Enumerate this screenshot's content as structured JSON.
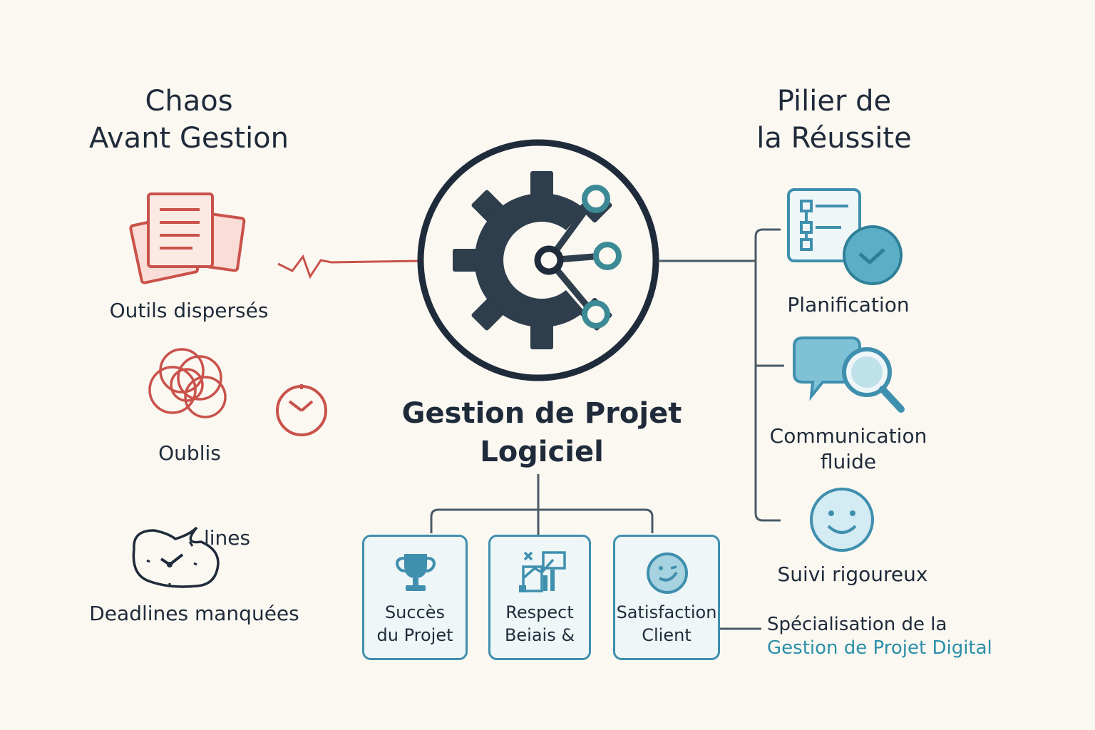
{
  "left": {
    "heading_line1": "Chaos",
    "heading_line2": "Avant Gestion",
    "items": [
      {
        "label": "Outils dispersés"
      },
      {
        "label": "Oublis"
      },
      {
        "label": "Deadlines manquées",
        "icon_text": "lines"
      }
    ]
  },
  "right": {
    "heading_line1": "Pilier de",
    "heading_line2": "la Réussite",
    "items": [
      {
        "label": "Planification"
      },
      {
        "label_line1": "Communication",
        "label_line2": "fluide"
      },
      {
        "label": "Suivi rigoureux"
      }
    ]
  },
  "center": {
    "title_line1": "Gestion de Projet",
    "title_line2": "Logiciel"
  },
  "cards": [
    {
      "line1": "Succès",
      "line2": "du Projet"
    },
    {
      "line1": "Respect",
      "line2": "Beiais &"
    },
    {
      "line1": "Satisfaction",
      "line2": "Client"
    }
  ],
  "footer": {
    "line1": "Spécialisation de la",
    "line2": "Gestion de Projet Digital"
  },
  "colors": {
    "chaos_red": "#c9524a",
    "teal": "#3f8fae",
    "dark": "#1f2b3a",
    "background": "#fbf8f2"
  }
}
